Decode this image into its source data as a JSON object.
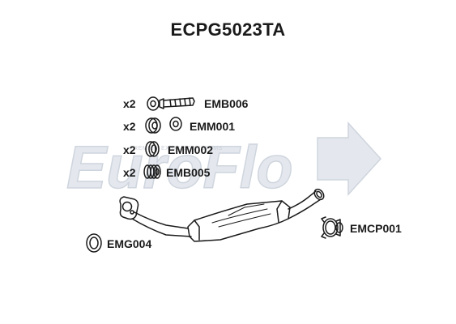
{
  "title": "ECPG5023TA",
  "watermark": {
    "text": "EuroFlo",
    "tagline": "PREMIUM EXHAUST SYSTEMS"
  },
  "fittings": [
    {
      "qty": "x2",
      "part": "EMB006",
      "icon": "bolt-icon"
    },
    {
      "qty": "x2",
      "part": "EMM001",
      "icon": "rubber-mount-icon"
    },
    {
      "qty": "x2",
      "part": "EMM002",
      "icon": "rubber-ring-icon"
    },
    {
      "qty": "x2",
      "part": "EMB005",
      "icon": "spring-icon"
    }
  ],
  "parts": {
    "gasket": "EMG004",
    "clamp": "EMCP001"
  },
  "colors": {
    "line": "#1a1a1a",
    "watermark": "#e4e8ee",
    "background": "#ffffff"
  }
}
